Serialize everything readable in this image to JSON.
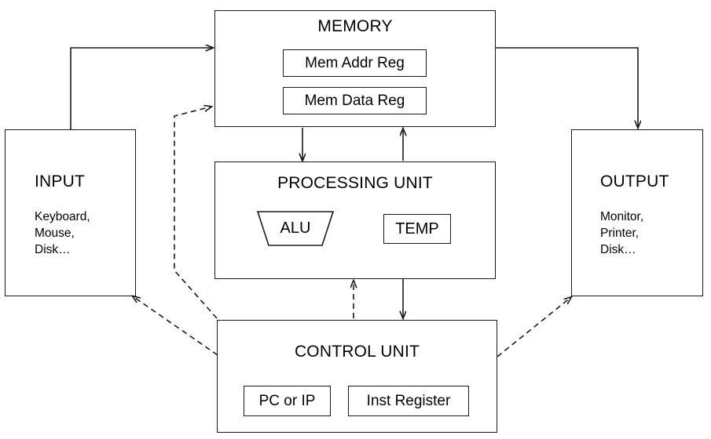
{
  "diagram": {
    "title": "von Neumann computer architecture block diagram",
    "stroke_color": "#1a1a1a",
    "background_color": "#ffffff"
  },
  "blocks": {
    "memory": {
      "label": "MEMORY",
      "registers": [
        {
          "label": "Mem Addr Reg"
        },
        {
          "label": "Mem Data Reg"
        }
      ]
    },
    "input": {
      "label": "INPUT",
      "devices": "Keyboard,\nMouse,\nDisk…"
    },
    "output": {
      "label": "OUTPUT",
      "devices": "Monitor,\nPrinter,\nDisk…"
    },
    "processing_unit": {
      "label": "PROCESSING UNIT",
      "alu_label": "ALU",
      "temp_label": "TEMP"
    },
    "control_unit": {
      "label": "CONTROL UNIT",
      "registers": [
        {
          "label": "PC or IP"
        },
        {
          "label": "Inst Register"
        }
      ]
    }
  },
  "connections": [
    {
      "name": "input-to-memory",
      "style": "solid",
      "from": "INPUT",
      "to": "MEMORY"
    },
    {
      "name": "memory-to-output",
      "style": "solid",
      "from": "MEMORY",
      "to": "OUTPUT"
    },
    {
      "name": "memory-to-processing-unit",
      "style": "solid",
      "from": "MEMORY",
      "to": "PROCESSING UNIT"
    },
    {
      "name": "processing-unit-to-memory",
      "style": "solid",
      "from": "PROCESSING UNIT",
      "to": "MEMORY"
    },
    {
      "name": "processing-unit-to-control-unit",
      "style": "solid",
      "from": "PROCESSING UNIT",
      "to": "CONTROL UNIT"
    },
    {
      "name": "control-unit-to-processing-unit",
      "style": "dashed",
      "from": "CONTROL UNIT",
      "to": "PROCESSING UNIT"
    },
    {
      "name": "control-unit-to-memory",
      "style": "dashed",
      "from": "CONTROL UNIT",
      "to": "MEMORY"
    },
    {
      "name": "control-unit-to-input",
      "style": "dashed",
      "from": "CONTROL UNIT",
      "to": "INPUT"
    },
    {
      "name": "control-unit-to-output",
      "style": "dashed",
      "from": "CONTROL UNIT",
      "to": "OUTPUT"
    }
  ]
}
